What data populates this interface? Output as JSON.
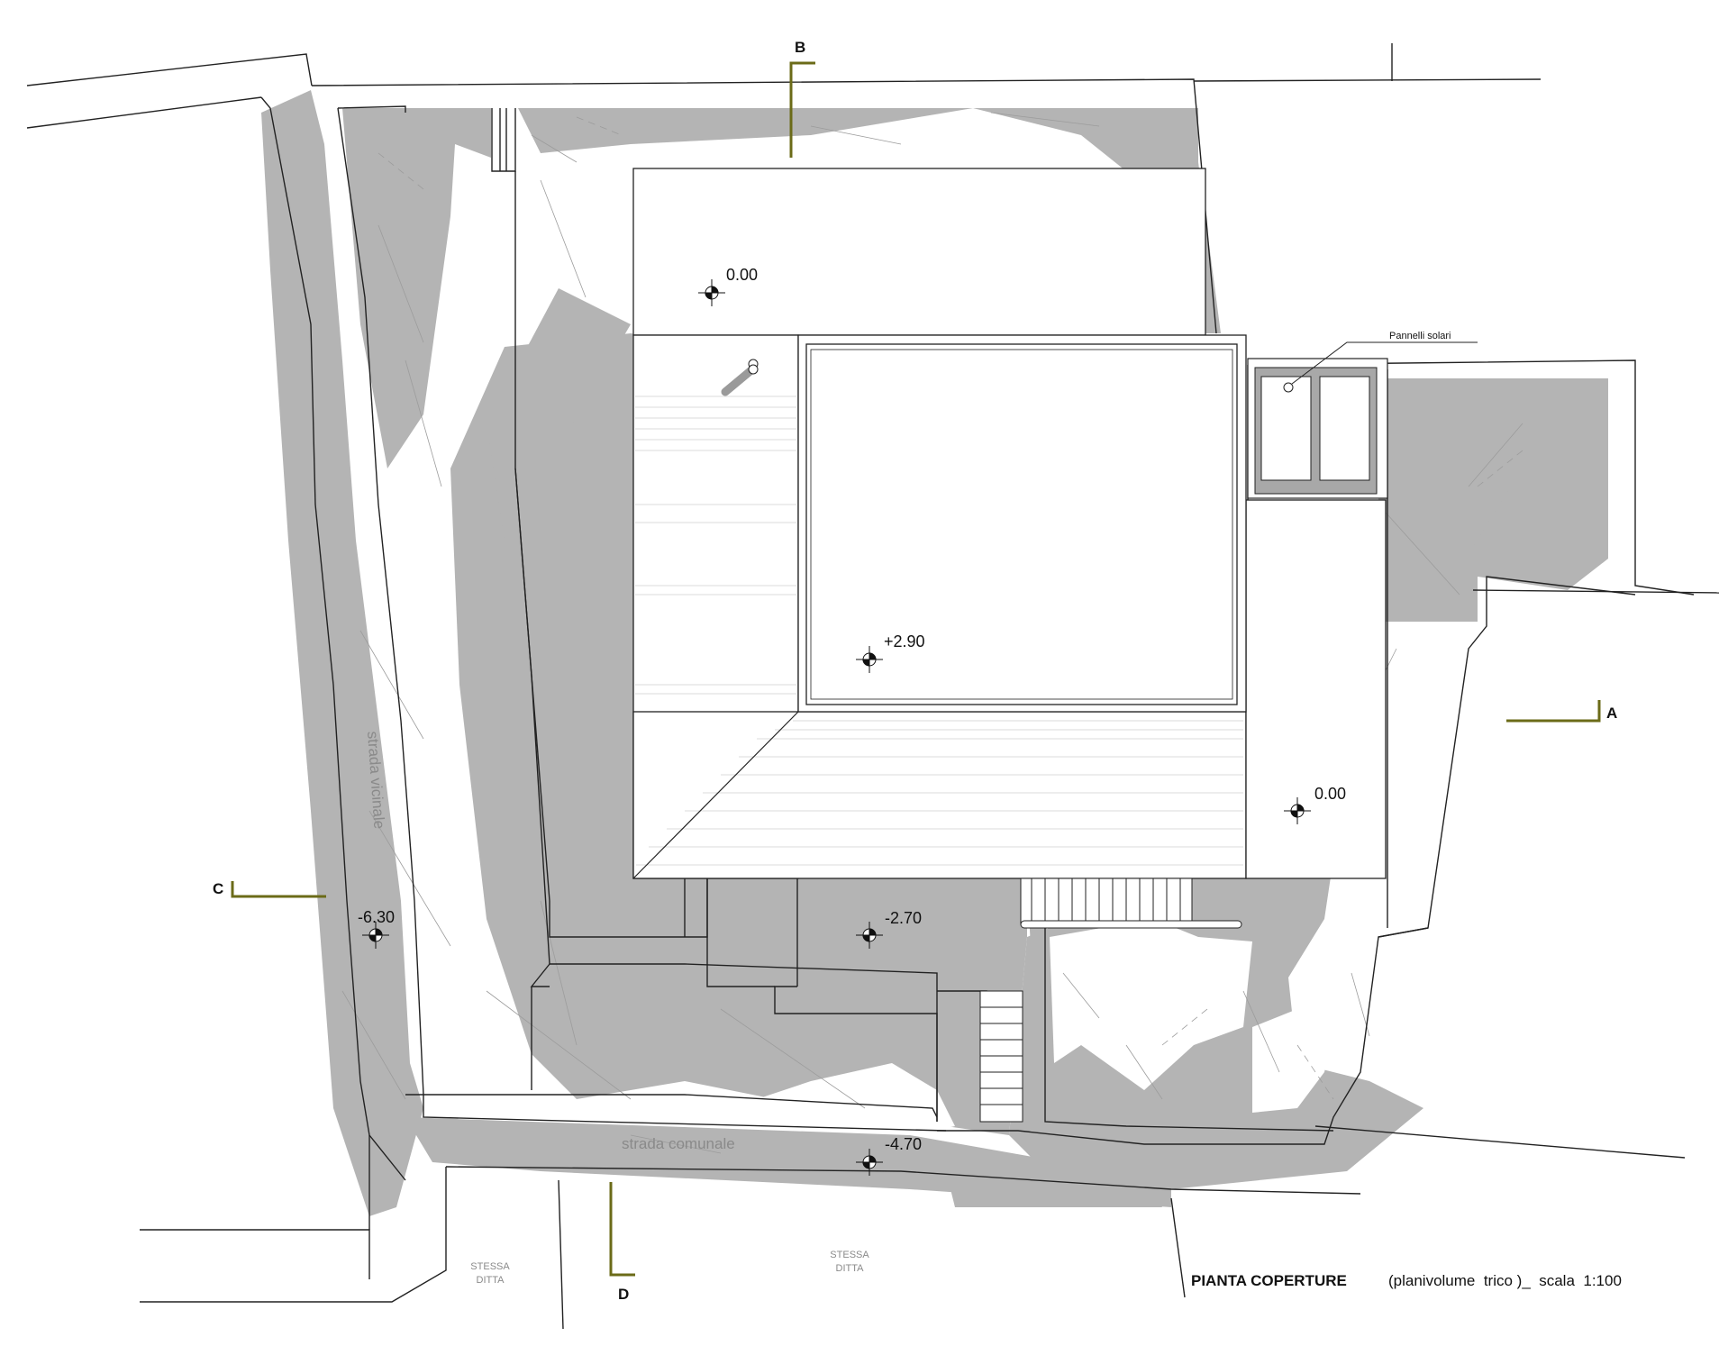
{
  "drawing": {
    "title": "PIANTA COPERTURE",
    "subtitle": "(planivolume  trico )_  scala  1:100",
    "solar_panels_label": "Pannelli solari",
    "roads": {
      "vicinal": "strada  vicinale",
      "communal": "strada comunale"
    },
    "neighbours": [
      {
        "line1": "STESSA",
        "line2": "DITTA"
      },
      {
        "line1": "STESSA",
        "line2": "DITTA"
      }
    ],
    "elevations": {
      "roof_upper": "0.00",
      "roof_main": "+2.90",
      "terrace": "0.00",
      "west_road": "-6.30",
      "courtyard": "-2.70",
      "south_road": "-4.70"
    },
    "sections": {
      "a": "A",
      "b": "B",
      "c": "C",
      "d": "D"
    }
  },
  "colors": {
    "shadow": "#b4b4b4",
    "line": "#222222",
    "section_marker": "#6b6b18",
    "faint_text": "#8a8a8a"
  }
}
